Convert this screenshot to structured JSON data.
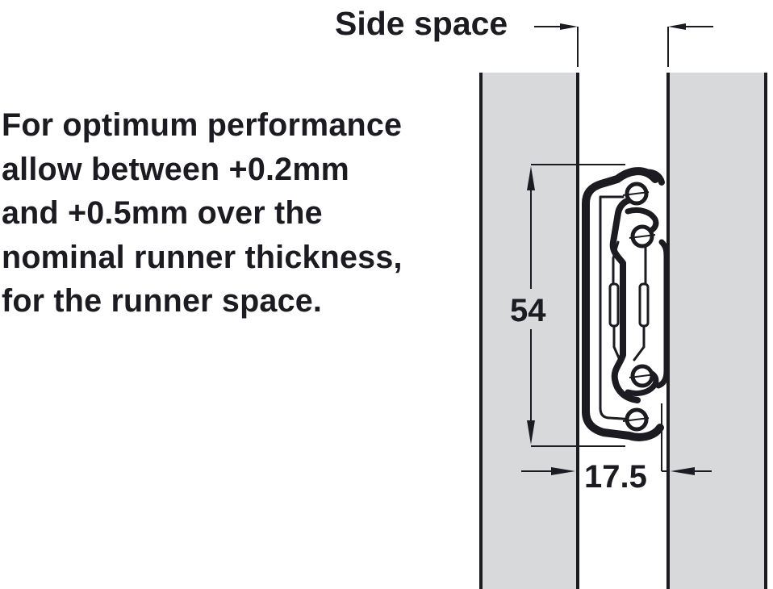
{
  "diagram": {
    "title": "Side space",
    "note_lines": [
      "For optimum performance",
      "allow between +0.2mm",
      "and +0.5mm over the",
      "nominal runner thickness,",
      "for the runner space."
    ],
    "dimensions": {
      "height": "54",
      "width": "17.5"
    },
    "colors": {
      "panel_fill": "#d8d9db",
      "line": "#1c1b21",
      "background": "#ffffff"
    },
    "elements": [
      "left-cabinet-side-panel",
      "right-cabinet-side-panel",
      "ball-bearing-runner-profile",
      "side-space-dimension-arrows",
      "height-dimension-54",
      "width-dimension-17.5"
    ]
  }
}
